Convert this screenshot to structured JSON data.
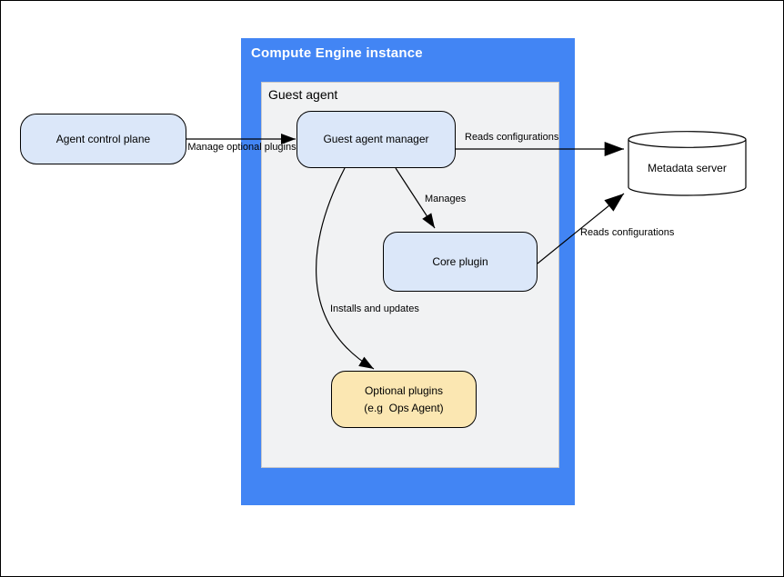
{
  "diagram": {
    "outer_container": {
      "title": "Compute Engine instance"
    },
    "inner_container": {
      "title": "Guest agent"
    },
    "nodes": {
      "agent_control_plane": {
        "label": "Agent control plane"
      },
      "guest_agent_manager": {
        "label": "Guest agent manager"
      },
      "core_plugin": {
        "label": "Core plugin"
      },
      "optional_plugins": {
        "label_line1": "Optional plugins",
        "label_line2": "(e.g  Ops Agent)"
      },
      "metadata_server": {
        "label": "Metadata server"
      }
    },
    "edges": {
      "manage_optional_plugins": {
        "label": "Manage optional plugins",
        "from": "agent_control_plane",
        "to": "guest_agent_manager"
      },
      "reads_configurations_manager": {
        "label": "Reads configurations",
        "from": "guest_agent_manager",
        "to": "metadata_server"
      },
      "manages": {
        "label": "Manages",
        "from": "guest_agent_manager",
        "to": "core_plugin"
      },
      "installs_and_updates": {
        "label": "Installs and updates",
        "from": "guest_agent_manager",
        "to": "optional_plugins"
      },
      "reads_configurations_core": {
        "label": "Reads configurations",
        "from": "core_plugin",
        "to": "metadata_server"
      }
    },
    "colors": {
      "container_blue": "#4285f4",
      "container_gray": "#f1f2f3",
      "node_blue_fill": "#dbe7f9",
      "node_yellow_fill": "#fbe7b2",
      "node_border": "#000000",
      "edge_stroke": "#000000",
      "title_text": "#ffffff"
    }
  }
}
